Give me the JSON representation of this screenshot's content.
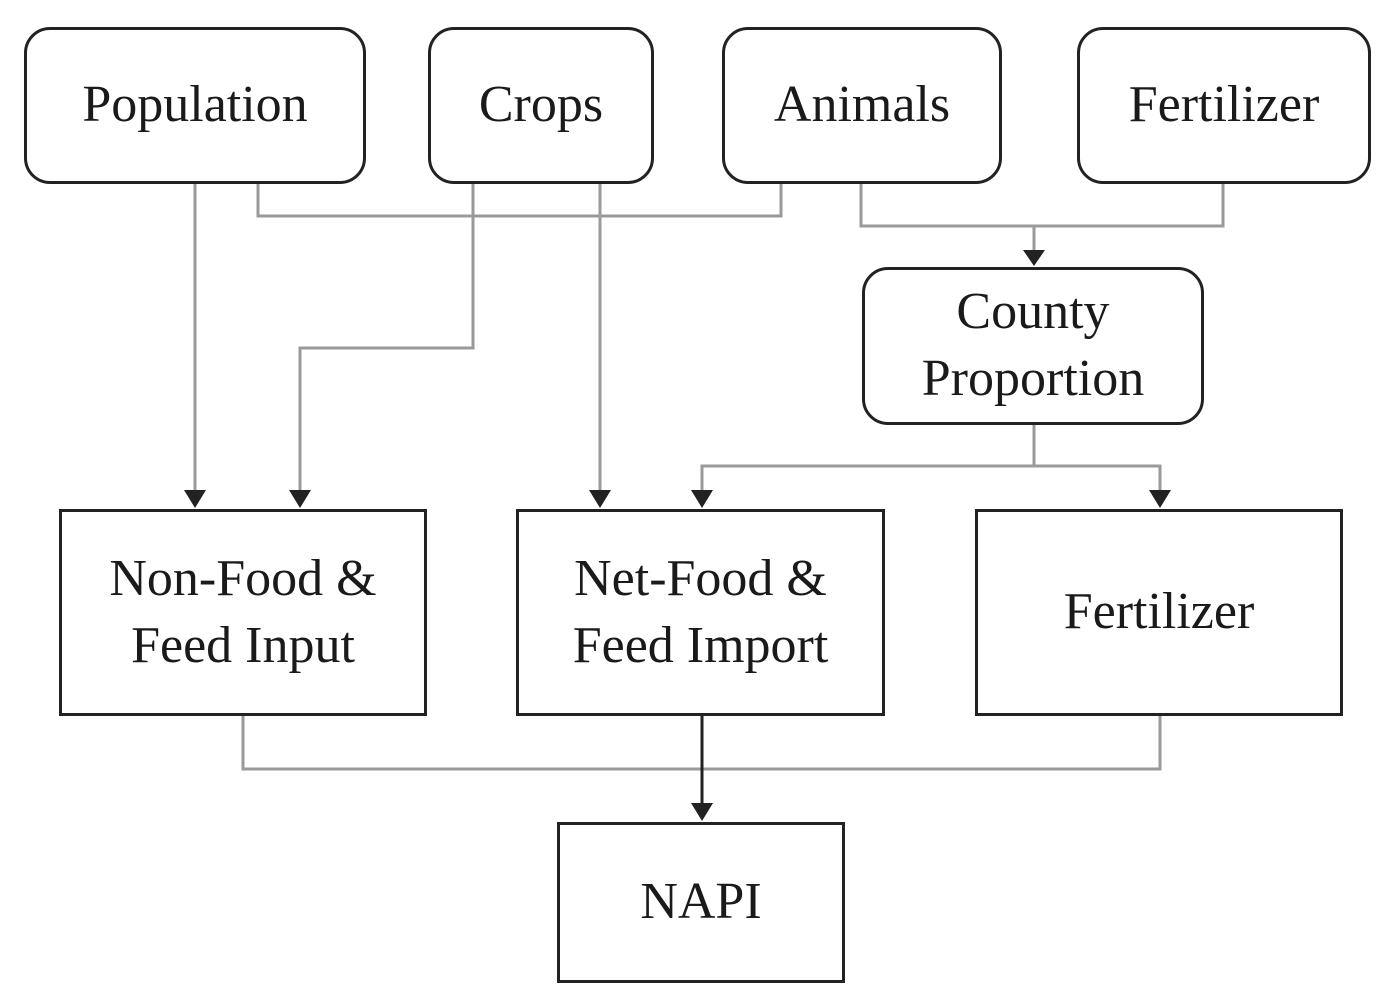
{
  "nodes": {
    "population": {
      "label": "Population"
    },
    "crops": {
      "label": "Crops"
    },
    "animals": {
      "label": "Animals"
    },
    "fertilizer_input": {
      "label": "Fertilizer"
    },
    "county_proportion": {
      "line1": "County",
      "line2": "Proportion"
    },
    "non_food_feed_input": {
      "line1": "Non-Food &",
      "line2": "Feed Input"
    },
    "net_food_feed_import": {
      "line1": "Net-Food &",
      "line2": "Feed Import"
    },
    "fertilizer_output": {
      "label": "Fertilizer"
    },
    "napi": {
      "label": "NAPI"
    }
  },
  "colors": {
    "box_border": "#222222",
    "connector": "#9a9a9a",
    "arrow": "#222222",
    "text": "#1a1a1a"
  }
}
